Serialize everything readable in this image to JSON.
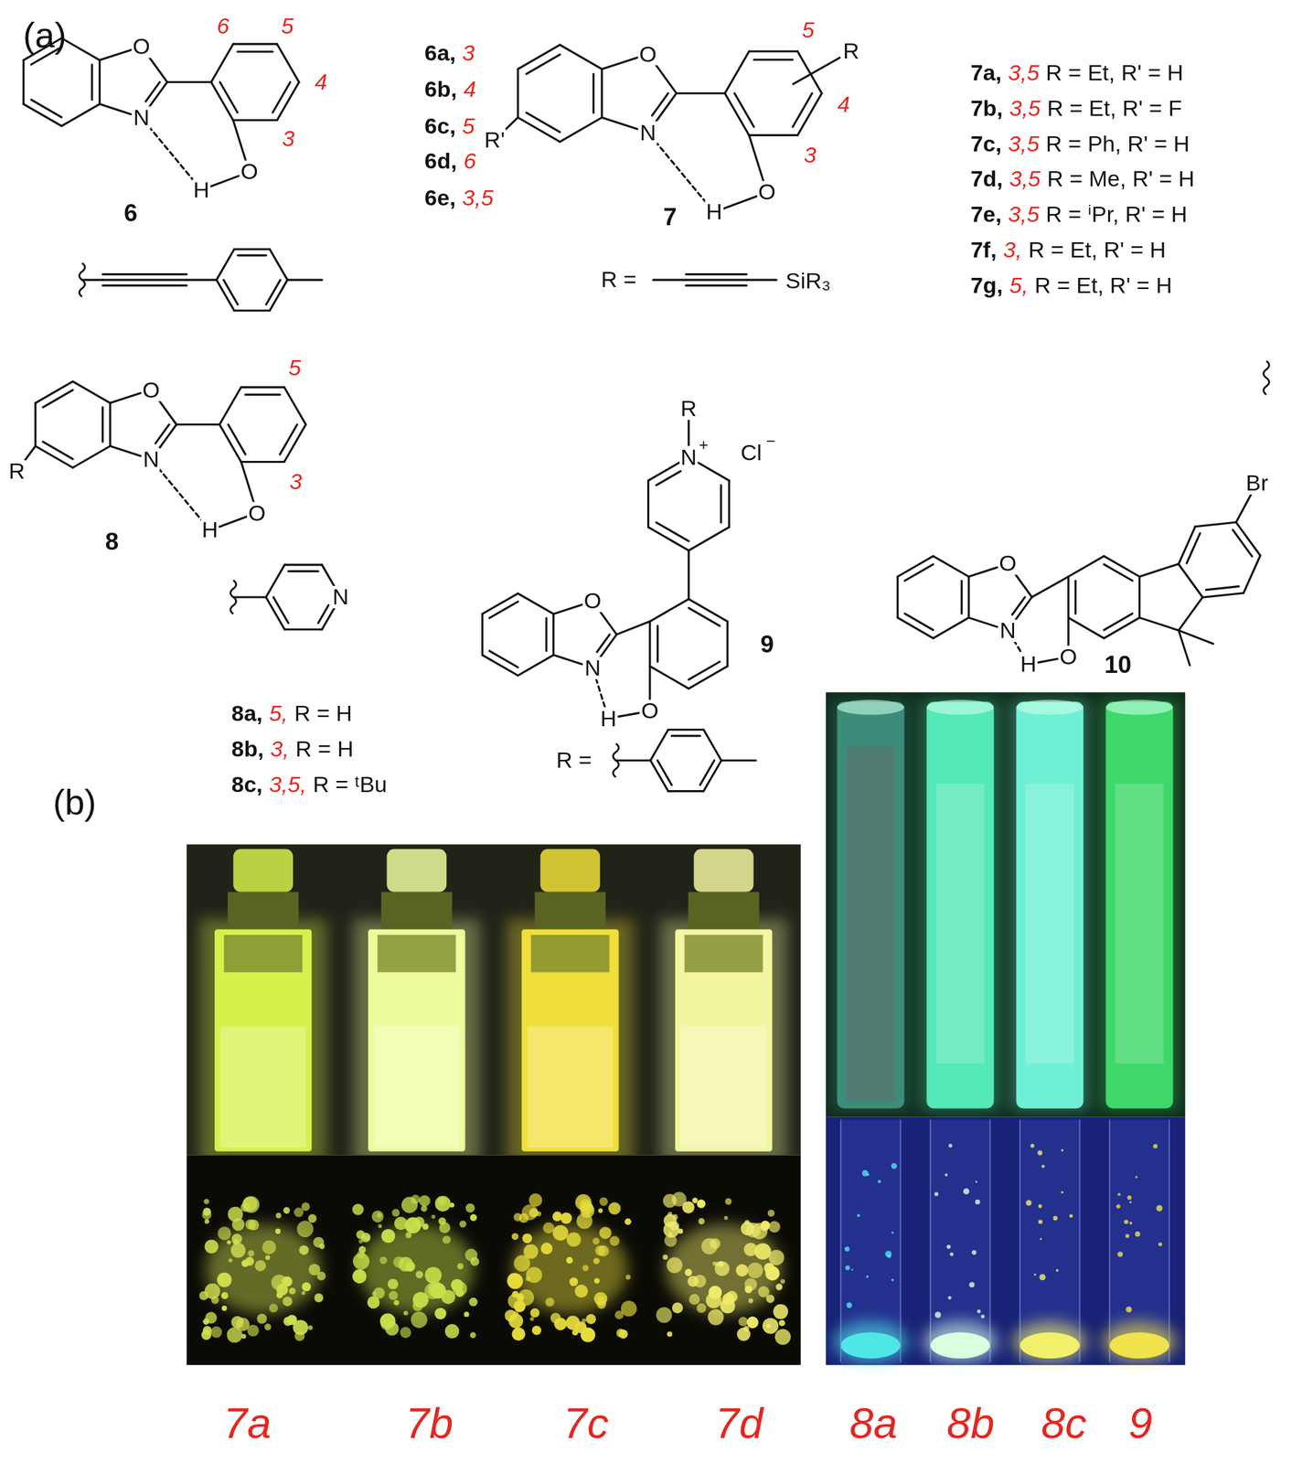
{
  "diagram": {
    "labels": [
      "(a)",
      "(b)",
      "O",
      "N",
      "O",
      "H",
      "6",
      "5",
      "4",
      "3",
      "6",
      "6a,",
      "3",
      "6b,",
      "4",
      "6c,",
      "5",
      "6d,",
      "6",
      "6e,",
      "3,5",
      "O",
      "N",
      "O",
      "H",
      "R'",
      "R",
      "5",
      "4",
      "3",
      "7",
      "R =",
      "SiR₃",
      "7a,",
      "3,5",
      "R = Et, R' = H",
      "7b,",
      "3,5",
      "R = Et, R' = F",
      "7c,",
      "3,5",
      "R = Ph, R' = H",
      "7d,",
      "3,5",
      "R = Me, R' = H",
      "7e,",
      "3,5",
      "R = ⁱPr, R' = H",
      "7f,",
      "3,",
      "R = Et, R' = H",
      "7g,",
      "5,",
      "R = Et, R' = H",
      "O",
      "N",
      "O",
      "H",
      "R",
      "5",
      "3",
      "8",
      "N",
      "8a,",
      "5,",
      "R = H",
      "8b,",
      "3,",
      "R = H",
      "8c,",
      "3,5,",
      "R = ᵗBu",
      "O",
      "N",
      "O",
      "H",
      "N",
      "+",
      "R",
      "Cl",
      "−",
      "9",
      "R =",
      "O",
      "N",
      "O",
      "H",
      "Br",
      "10",
      "7a",
      "7b",
      "7c",
      "7d",
      "8a",
      "8b",
      "8c",
      "9"
    ]
  }
}
